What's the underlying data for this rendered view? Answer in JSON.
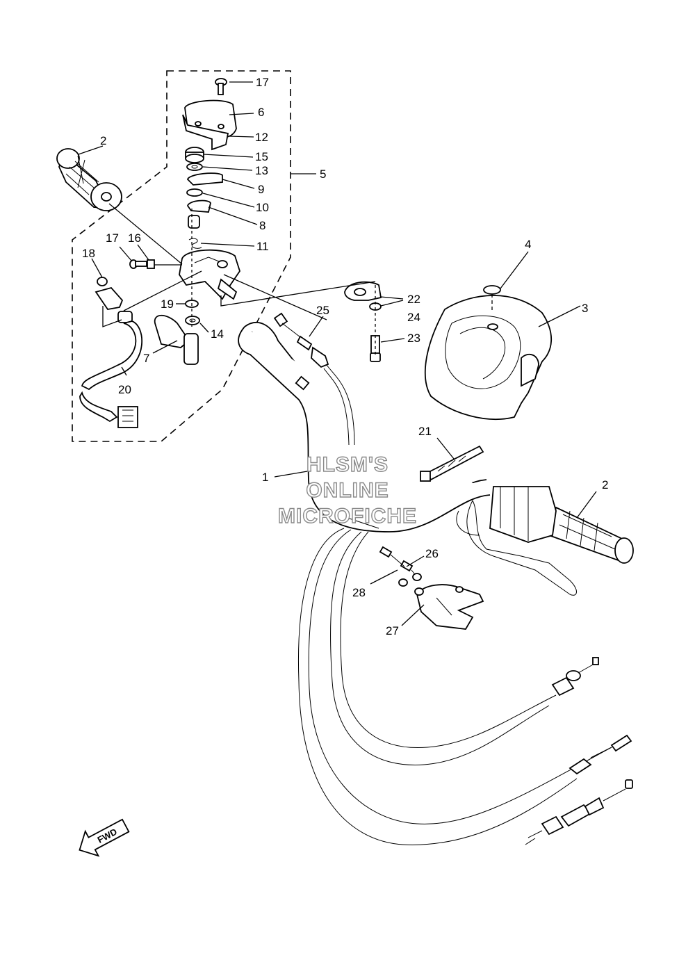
{
  "callouts": [
    {
      "id": "c1",
      "text": "1"
    },
    {
      "id": "c2a",
      "text": "2"
    },
    {
      "id": "c2b",
      "text": "2"
    },
    {
      "id": "c3",
      "text": "3"
    },
    {
      "id": "c4",
      "text": "4"
    },
    {
      "id": "c5",
      "text": "5"
    },
    {
      "id": "c6",
      "text": "6"
    },
    {
      "id": "c7",
      "text": "7"
    },
    {
      "id": "c8",
      "text": "8"
    },
    {
      "id": "c9",
      "text": "9"
    },
    {
      "id": "c10",
      "text": "10"
    },
    {
      "id": "c11",
      "text": "11"
    },
    {
      "id": "c12",
      "text": "12"
    },
    {
      "id": "c13",
      "text": "13"
    },
    {
      "id": "c14",
      "text": "14"
    },
    {
      "id": "c15",
      "text": "15"
    },
    {
      "id": "c16",
      "text": "16"
    },
    {
      "id": "c17a",
      "text": "17"
    },
    {
      "id": "c17b",
      "text": "17"
    },
    {
      "id": "c18",
      "text": "18"
    },
    {
      "id": "c19",
      "text": "19"
    },
    {
      "id": "c20",
      "text": "20"
    },
    {
      "id": "c21",
      "text": "21"
    },
    {
      "id": "c22",
      "text": "22"
    },
    {
      "id": "c23",
      "text": "23"
    },
    {
      "id": "c24",
      "text": "24"
    },
    {
      "id": "c25",
      "text": "25"
    },
    {
      "id": "c26",
      "text": "26"
    },
    {
      "id": "c27",
      "text": "27"
    },
    {
      "id": "c28",
      "text": "28"
    }
  ],
  "watermark": [
    "HLSM'S",
    "ONLINE",
    "MICROFICHE"
  ],
  "direction_arrow": "FWD"
}
